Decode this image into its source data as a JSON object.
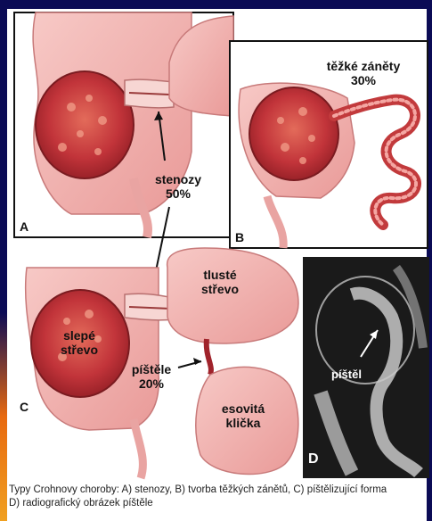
{
  "panels": {
    "a": {
      "letter": "A"
    },
    "b": {
      "letter": "B",
      "label_line1": "těžké záněty",
      "label_line2": "30%"
    },
    "c": {
      "letter": "C",
      "tluste_line1": "tlusté",
      "tluste_line2": "střevo",
      "slepe_line1": "slepé",
      "slepe_line2": "střevo",
      "pistele": "píštěle",
      "pistele_pct": "20%",
      "esovita_line1": "esovitá",
      "esovita_line2": "klička"
    },
    "d": {
      "letter": "D",
      "pistel": "píštěl"
    }
  },
  "stenozy": {
    "label": "stenozy",
    "pct": "50%"
  },
  "caption": {
    "line1": "Typy Crohnovy choroby: A) stenozy, B) tvorba těžkých zánětů, C) píštělizující forma",
    "line2": "D) radiografický obrázek píštěle"
  },
  "colors": {
    "border": "#0b0b55",
    "accent": "#e86a10",
    "tissue": "#f2b8b8",
    "inflamed": "#b8222a"
  }
}
